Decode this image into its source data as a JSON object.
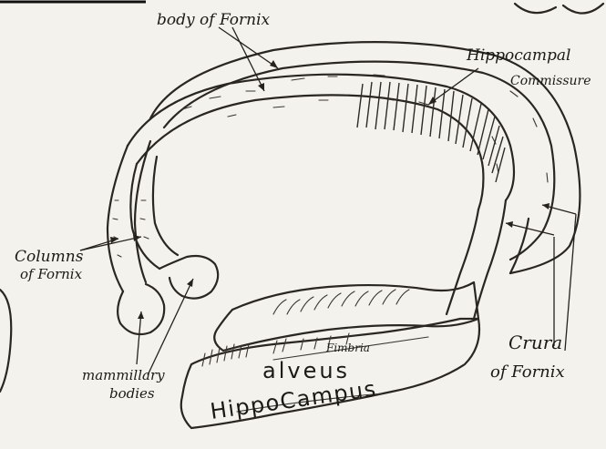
{
  "labels": {
    "body_of_fornix": "body of Fornix",
    "hippocampal_1": "Hippocampal",
    "hippocampal_2": "Commissure",
    "columns_1": "Columns",
    "columns_2": "of Fornix",
    "crura_1": "Crura",
    "crura_2": "of Fornix",
    "mammillary_1": "mammillary",
    "mammillary_2": "bodies",
    "fimbria": "Fimbria",
    "alveus": "alveus",
    "hippocampus": "HippoCampus"
  },
  "colors": {
    "ink": "#2a2722",
    "paper": "#f4f2ec",
    "fill": "#fbfaf6"
  }
}
